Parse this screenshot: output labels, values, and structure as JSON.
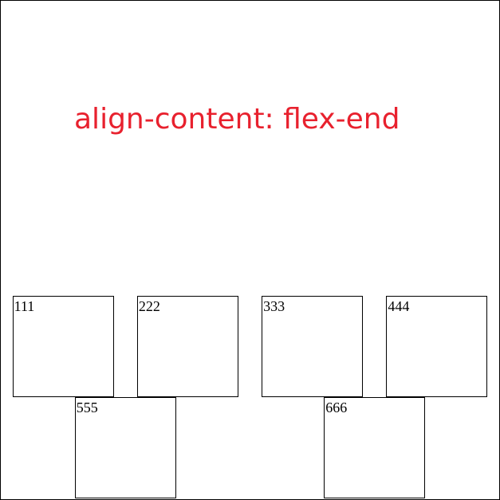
{
  "title": {
    "text": "align-content: flex-end",
    "color": "#e8212e"
  },
  "boxes": [
    {
      "label": "111"
    },
    {
      "label": "222"
    },
    {
      "label": "333"
    },
    {
      "label": "444"
    },
    {
      "label": "555"
    },
    {
      "label": "666"
    }
  ],
  "colors": {
    "border": "#000000",
    "background": "#ffffff"
  }
}
